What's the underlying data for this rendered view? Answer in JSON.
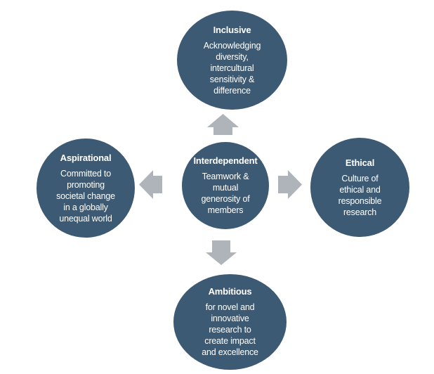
{
  "diagram": {
    "colors": {
      "circle": "#3C5A73",
      "arrow": "#AFB4BA",
      "text": "#FFFFFF",
      "background": "#FFFFFF"
    },
    "nodes": {
      "top": {
        "title": "Inclusive",
        "body": "Acknowledging\ndiversity,\nintercultural\nsensitivity &\ndifference"
      },
      "left": {
        "title": "Aspirational",
        "body": "Committed to\npromoting\nsocietal change\nin a globally\nunequal world"
      },
      "center": {
        "title": "Interdependent",
        "body": "Teamwork &\nmutual\ngenerosity of\nmembers"
      },
      "right": {
        "title": "Ethical",
        "body": "Culture of\nethical and\nresponsible\nresearch"
      },
      "bottom": {
        "title": "Ambitious",
        "body": "for novel and\ninnovative\nresearch to\ncreate impact\nand excellence"
      }
    },
    "arrows": [
      "up",
      "left",
      "right",
      "down"
    ]
  }
}
